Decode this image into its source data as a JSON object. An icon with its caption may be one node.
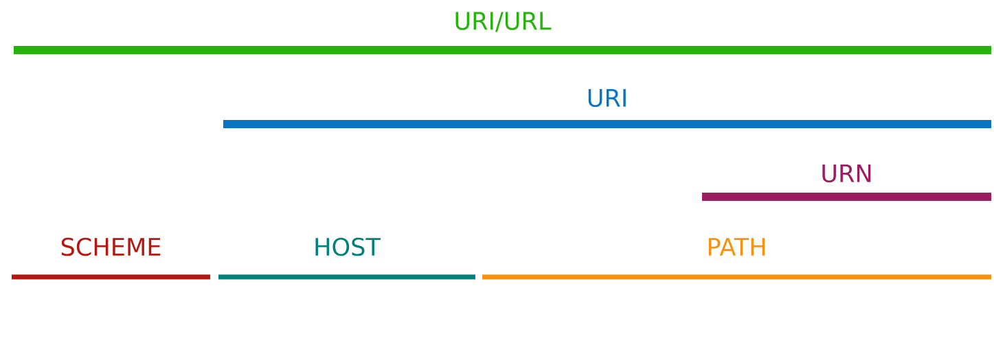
{
  "diagram": {
    "nodes": [
      {
        "text": [
          "URI/URL"
        ]
      },
      {
        "text": [
          "URI"
        ]
      },
      {
        "text": [
          "URN"
        ]
      },
      {
        "text": [
          "SCHEME"
        ]
      },
      {
        "text": [
          "HOST"
        ]
      },
      {
        "text": [
          "PATH"
        ]
      }
    ]
  }
}
